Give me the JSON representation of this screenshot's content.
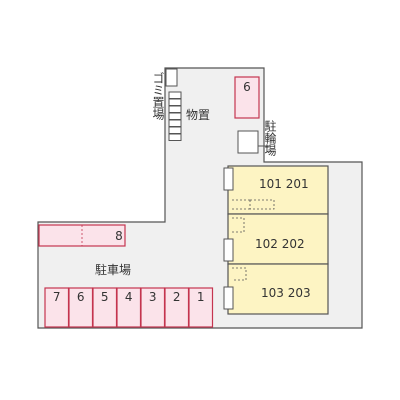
{
  "labels": {
    "gomi_okiba": "ゴミ置場",
    "monooki": "物置",
    "churinjo": "駐輪場",
    "chushajo": "駐車場"
  },
  "units": [
    {
      "label": "101 201"
    },
    {
      "label": "102 202"
    },
    {
      "label": "103 203"
    }
  ],
  "parking_spaces": [
    "7",
    "6",
    "5",
    "4",
    "3",
    "2",
    "1"
  ],
  "parking_space_8": "8",
  "parking_space_6_top": "6",
  "colors": {
    "lot": "#f0f0f0",
    "building": "#fdf4c3",
    "parking_fill": "#fbe3ea",
    "parking_stroke": "#c4354f",
    "outline": "#555555"
  }
}
